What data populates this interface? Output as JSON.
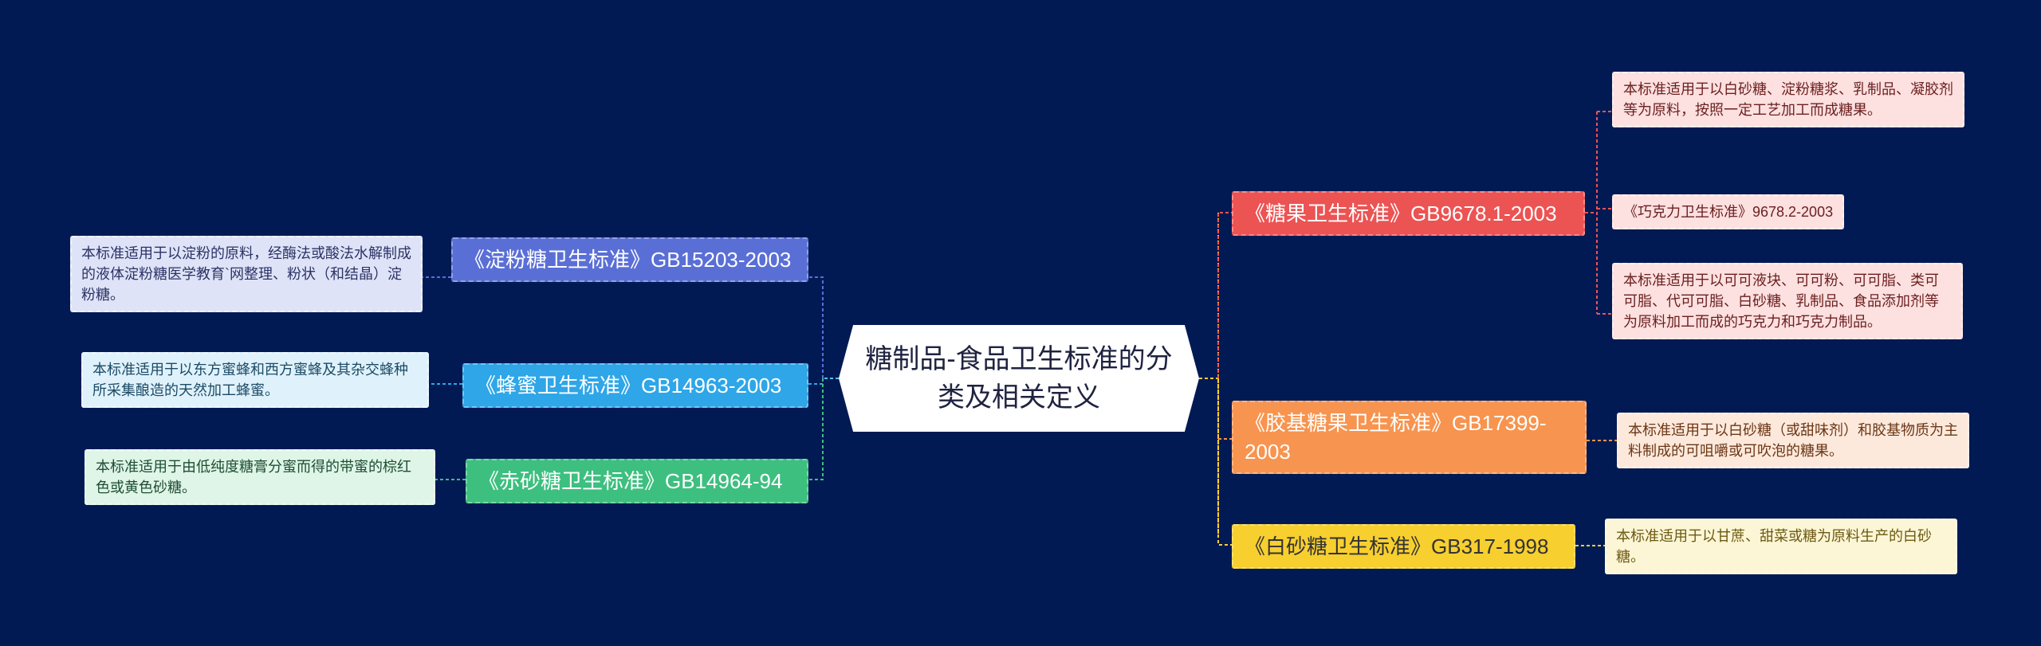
{
  "center": {
    "text": "糖制品-食品卫生标准的分类及相关定义"
  },
  "left": [
    {
      "topic": "《淀粉糖卫生标准》GB15203-2003",
      "color": "#5a6fd6",
      "leaf": "本标准适用于以淀粉的原料，经酶法或酸法水解制成的液体淀粉糖医学教育`网整理、粉状（和结晶）淀粉糖。",
      "leaf_bg": "#dfe3f7",
      "leaf_fg": "#2b3366"
    },
    {
      "topic": "《蜂蜜卫生标准》GB14963-2003",
      "color": "#2ea6e8",
      "leaf": "本标准适用于以东方蜜蜂和西方蜜蜂及其杂交蜂种所采集酿造的天然加工蜂蜜。",
      "leaf_bg": "#dff2fb",
      "leaf_fg": "#1d4a66"
    },
    {
      "topic": "《赤砂糖卫生标准》GB14964-94",
      "color": "#3dbf7f",
      "leaf": "本标准适用于由低纯度糖膏分蜜而得的带蜜的棕红色或黄色砂糖。",
      "leaf_bg": "#def5e7",
      "leaf_fg": "#1f4d33"
    }
  ],
  "right": [
    {
      "topic": "《糖果卫生标准》GB9678.1-2003",
      "color": "#ec5353",
      "leaves": [
        "本标准适用于以白砂糖、淀粉糖浆、乳制品、凝胶剂等为原料，按照一定工艺加工而成糖果。",
        "《巧克力卫生标准》9678.2-2003",
        "本标准适用于以可可液块、可可粉、可可脂、类可可脂、代可可脂、白砂糖、乳制品、食品添加剂等为原料加工而成的巧克力和巧克力制品。"
      ],
      "leaf_bg": "#fde0e0",
      "leaf_fg": "#6b1f1f"
    },
    {
      "topic": "《胶基糖果卫生标准》GB17399-2003",
      "color": "#f7944f",
      "leaves": [
        "本标准适用于以白砂糖（或甜味剂）和胶基物质为主料制成的可咀嚼或可吹泡的糖果。"
      ],
      "leaf_bg": "#fde9dc",
      "leaf_fg": "#6b3615"
    },
    {
      "topic": "《白砂糖卫生标准》GB317-1998",
      "color": "#f7cf2f",
      "topic_fg": "#333333",
      "leaves": [
        "本标准适用于以甘蔗、甜菜或糖为原料生产的白砂糖。"
      ],
      "leaf_bg": "#fdf6d6",
      "leaf_fg": "#6b5a12"
    }
  ]
}
